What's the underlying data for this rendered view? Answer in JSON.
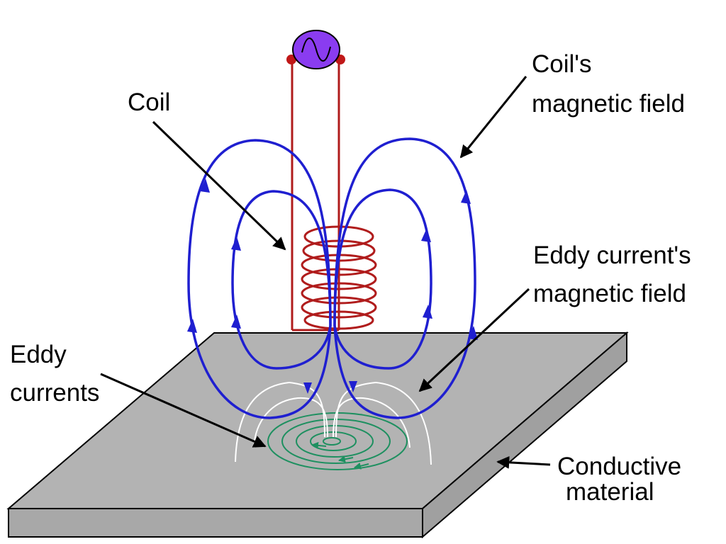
{
  "labels": {
    "coil": "Coil",
    "coil_field_line1": "Coil's",
    "coil_field_line2": "magnetic field",
    "eddy_field_line1": "Eddy current's",
    "eddy_field_line2": "magnetic field",
    "eddy_currents_line1": "Eddy",
    "eddy_currents_line2": "currents",
    "material_line1": "Conductive",
    "material_line2": "material"
  },
  "colors": {
    "field_lines": "#1f1fd0",
    "coil": "#b01c1c",
    "eddy_currents": "#1e9060",
    "plate_top": "#b3b3b3",
    "ac_source": "#8a3cf0"
  },
  "icons": {
    "source": "ac-source-sine-icon"
  }
}
